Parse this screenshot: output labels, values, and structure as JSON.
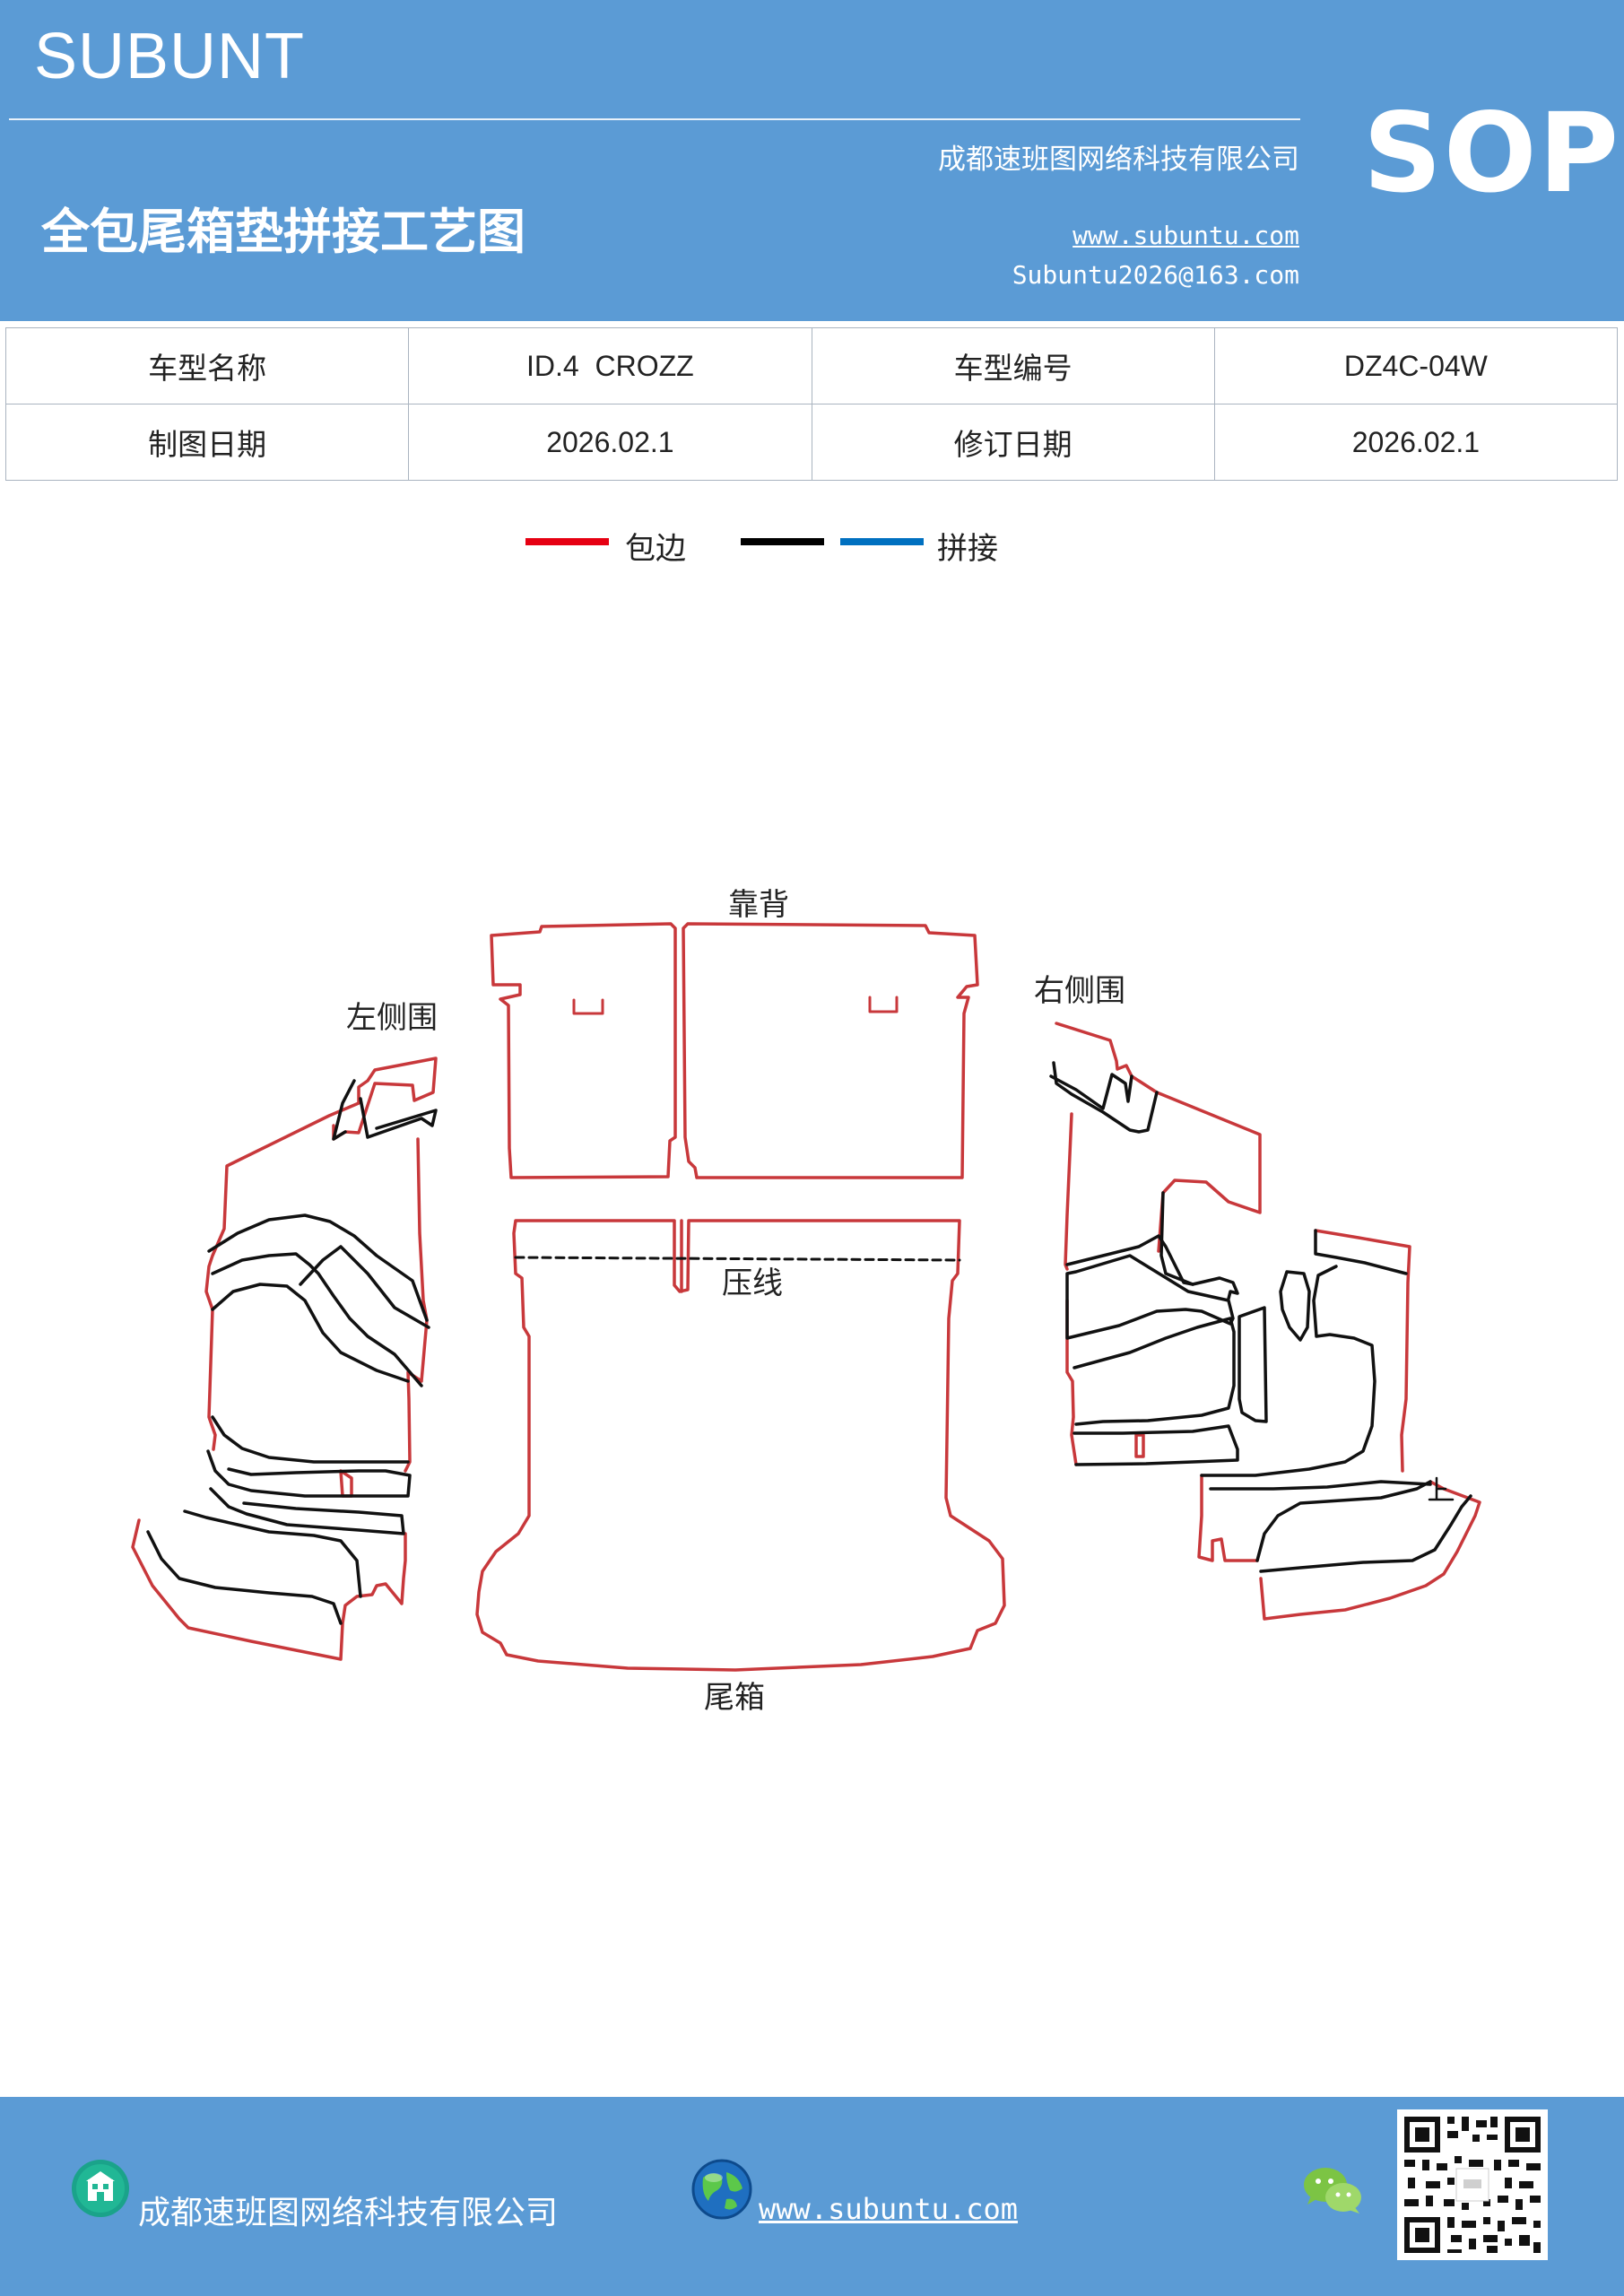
{
  "header": {
    "brand": "SUBUNT",
    "company": "成都速班图网络科技有限公司",
    "title": "全包尾箱垫拼接工艺图",
    "website": "www.subuntu.com",
    "email": "Subuntu2026@163.com",
    "badge": "SOP"
  },
  "info": {
    "model_name_label": "车型名称",
    "model_name": "ID.4  CROZZ",
    "model_code_label": "车型编号",
    "model_code": "DZ4C-04W",
    "draw_date_label": "制图日期",
    "draw_date": "2026.02.1",
    "revise_date_label": "修订日期",
    "revise_date": "2026.02.1"
  },
  "legend": {
    "edge_label": "包边",
    "splice_label": "拼接",
    "colors": {
      "edge": "#e60012",
      "black": "#000000",
      "splice": "#0070c0"
    }
  },
  "diagram": {
    "labels": {
      "backrest": "靠背",
      "left_side": "左侧围",
      "right_side": "右侧围",
      "crease": "压线",
      "trunk": "尾箱",
      "up_mark": "上"
    },
    "colors": {
      "edge": "#c8383b",
      "seam": "#111111"
    }
  },
  "footer": {
    "company": "成都速班图网络科技有限公司",
    "website": "www.subuntu.com"
  }
}
